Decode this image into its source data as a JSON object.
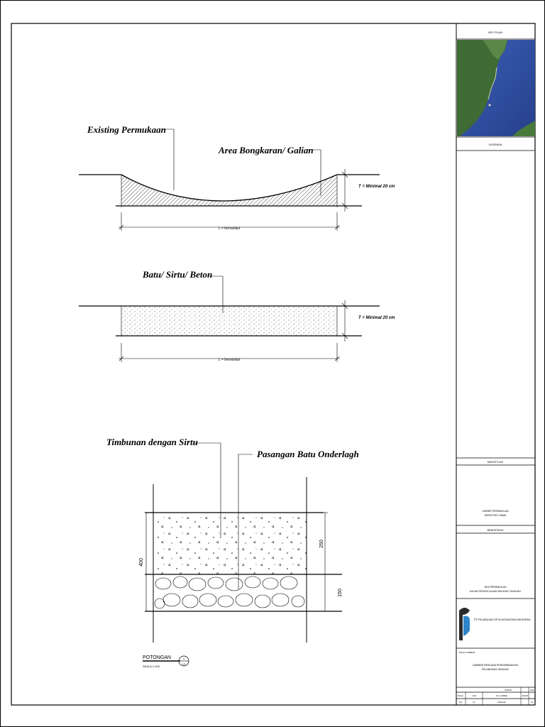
{
  "title_block": {
    "key_plan_heading": "KEY PLAN",
    "legend_heading": "LEGENDA",
    "approval_heading": "MENYETUJUI",
    "approval_name_line1": "OWNER PERWAKILAN",
    "approval_name_line2": "DIREKTUR UTAMA",
    "checked_heading": "MENGETAHUI",
    "checked_line1": "DEA PERWAKILAN",
    "checked_line2": "KACAB PENGELOLAAN WILAYAH TANJUNG",
    "company_name": "PT PELABUHAN CIPTA NUSANTARA INDONESIA",
    "drawing_title_heading": "JUDUL GAMBAR",
    "drawing_title_line1": "GAMBAR RENCANA PENGEMBANGAN",
    "drawing_title_line2": "PELABUHAN TANJUNG",
    "sheet_label": "NOMOR",
    "row1": [
      "SKALA",
      "1:100",
      "NO. GAMBAR",
      "REVISI",
      "REV"
    ],
    "row2": [
      "TGL",
      "01",
      "TANGGAL",
      "",
      "A1"
    ]
  },
  "section1": {
    "label_existing": "Existing Permukaan",
    "label_area": "Area Bongkaran/ Galian",
    "label_depth": "T = Minimal 20 cm",
    "label_length": "L = bervariasi"
  },
  "section2": {
    "label_material": "Batu/ Sirtu/ Beton",
    "label_depth": "T = Minimal 20 cm",
    "label_length": "L = bervariasi"
  },
  "section3": {
    "label_fill": "Timbunan dengan Sirtu",
    "label_stone": "Pasangan Batu Onderlagh",
    "dim_total": "400",
    "dim_top": "250",
    "dim_bottom": "150",
    "title": "POTONGAN",
    "scale": "SKALA 1:100",
    "sheet_num": "1",
    "sheet_ref": "1/1"
  },
  "colors": {
    "map_land": "#3f6b35",
    "map_sea": "#2f4fa0",
    "line": "#000000"
  }
}
